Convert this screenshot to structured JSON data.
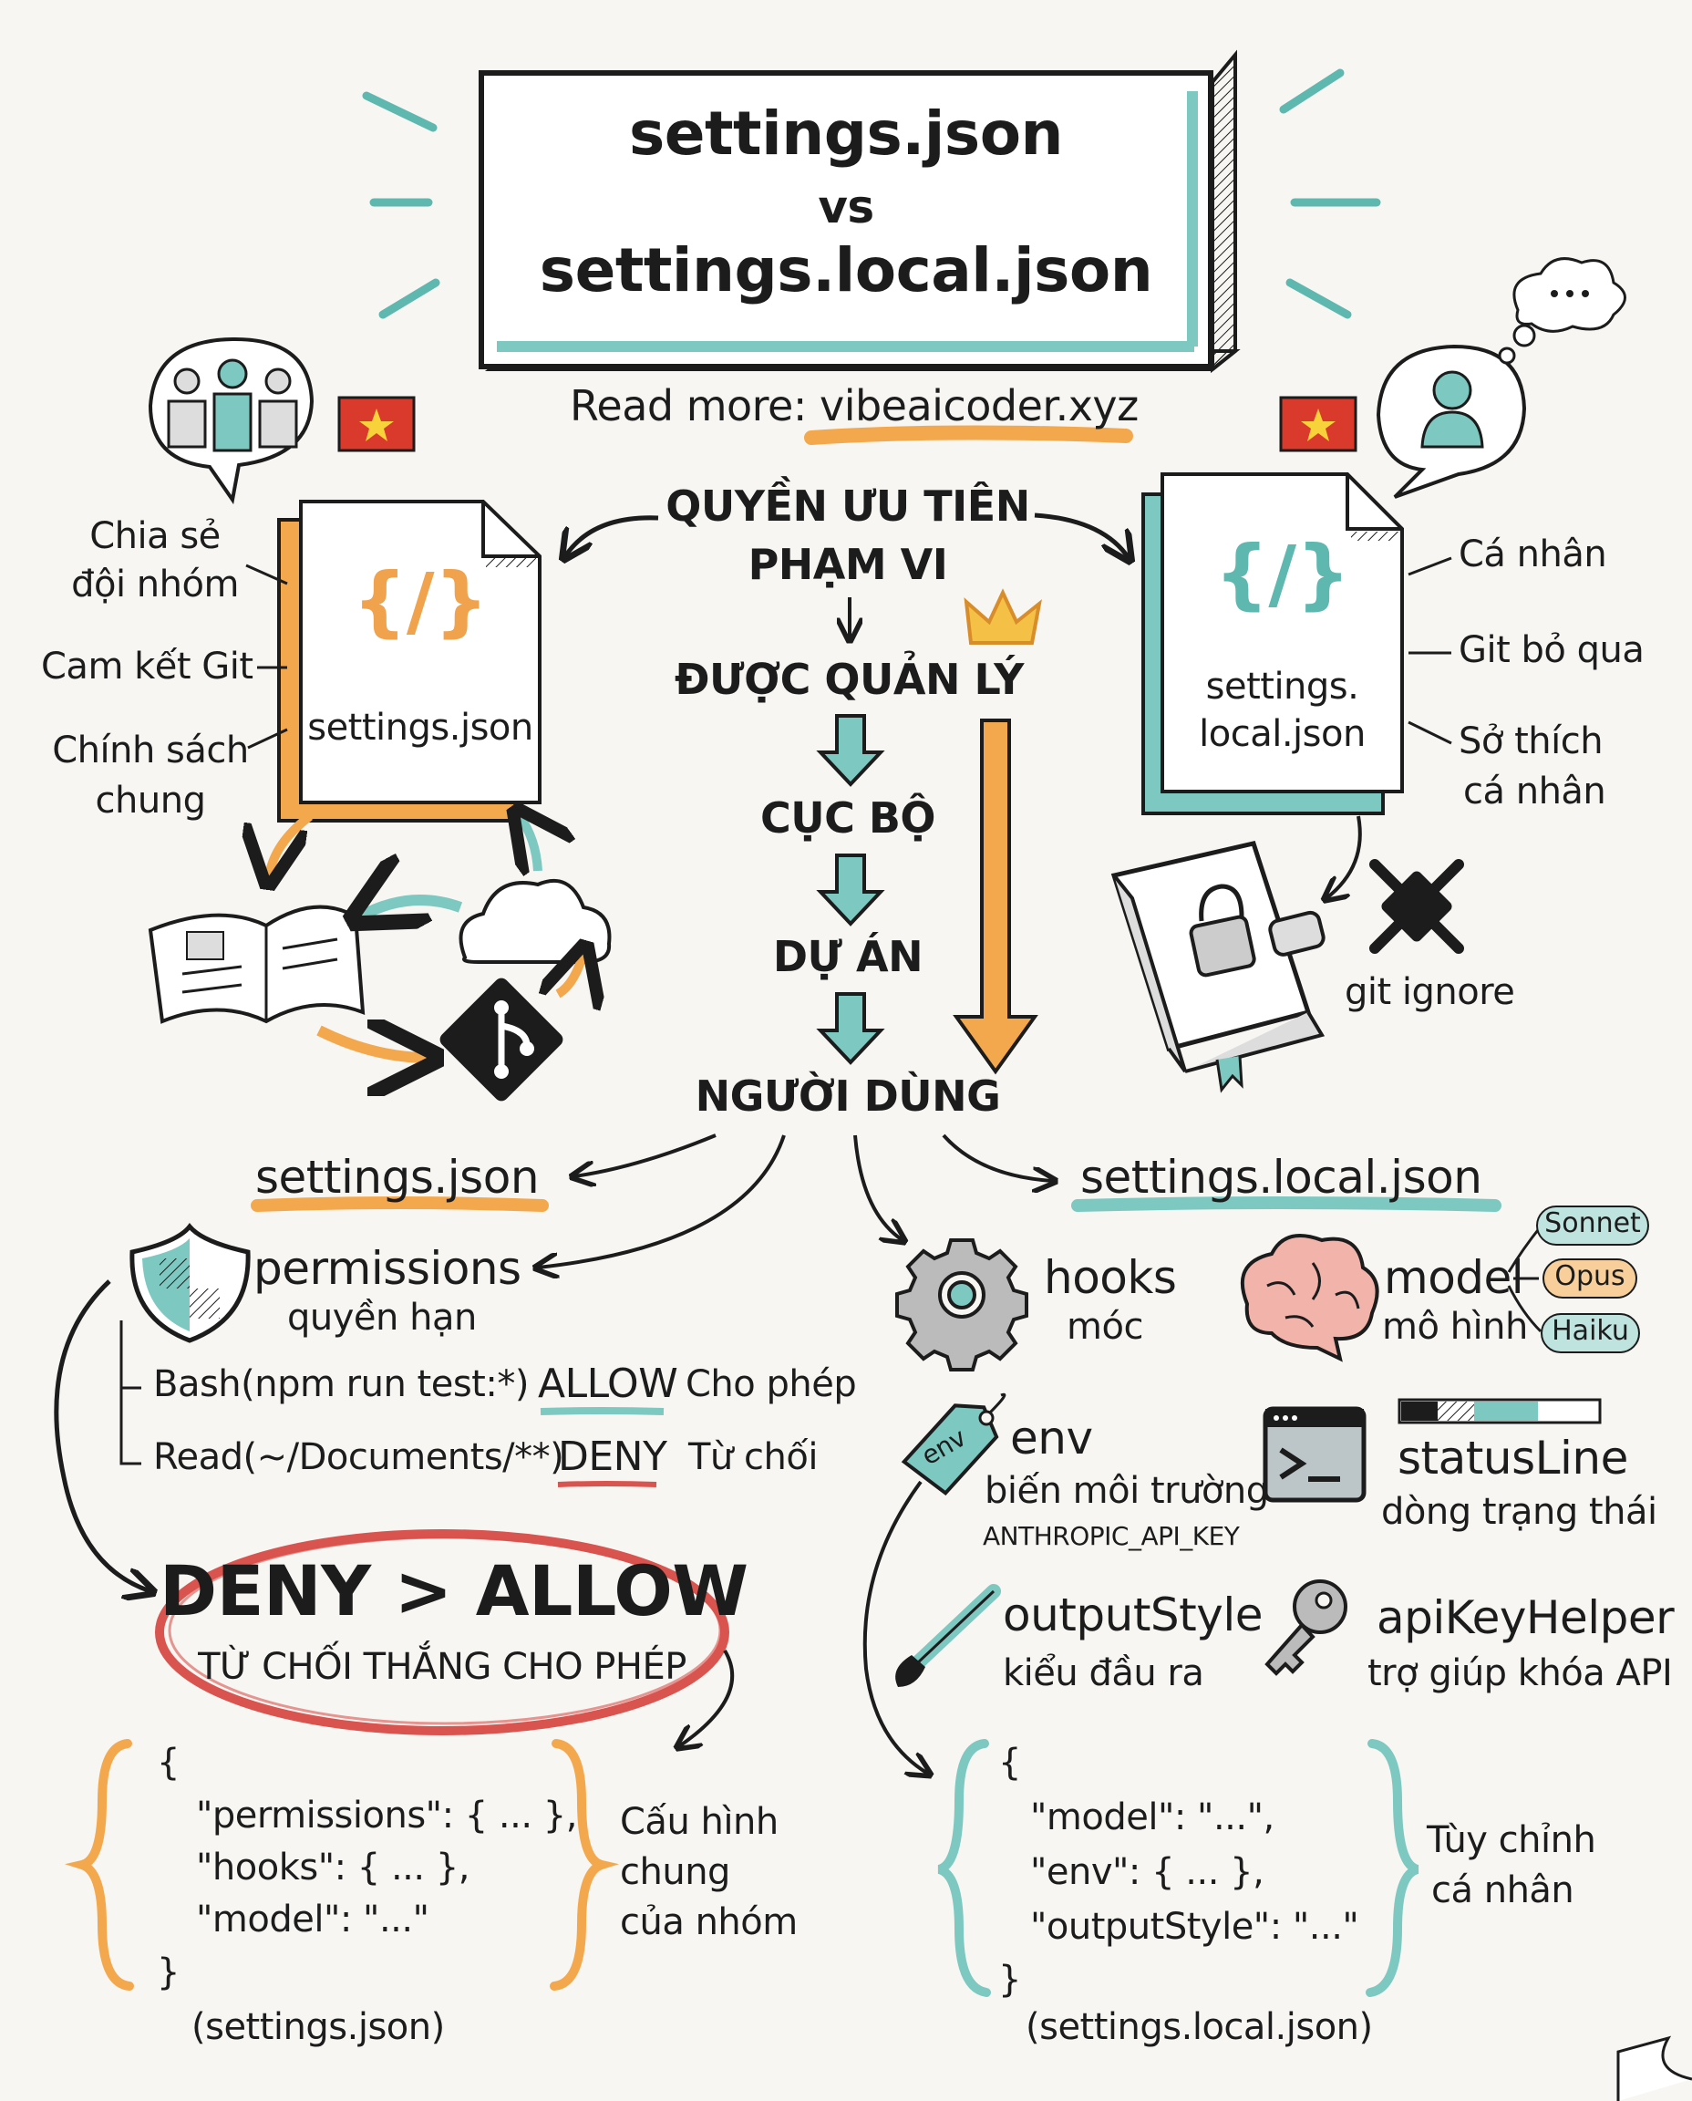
{
  "header": {
    "title_line1": "settings.json",
    "title_vs": "vs",
    "title_line2": "settings.local.json",
    "read_more": "Read more: vibeaicoder.xyz"
  },
  "flow": {
    "heading_line1": "QUYỀN ƯU TIÊN",
    "heading_line2": "PHẠM VI",
    "steps": [
      "ĐƯỢC QUẢN LÝ",
      "CỤC BỘ",
      "DỰ ÁN",
      "NGƯỜI DÙNG"
    ]
  },
  "left_file": {
    "label": "settings.json",
    "icon_text": "{/}",
    "notes": [
      "Chia sẻ",
      "đội nhóm",
      "Cam kết Git",
      "Chính sách",
      "chung"
    ]
  },
  "right_file": {
    "label_line1": "settings.",
    "label_line2": "local.json",
    "icon_text": "{/}",
    "notes": [
      "Cá nhân",
      "Git bỏ qua",
      "Sở thích",
      "cá nhân"
    ],
    "gitignore": "git ignore"
  },
  "left_section": {
    "heading": "settings.json",
    "permissions": "permissions",
    "permissions_vi": "quyền hạn",
    "rule1": "Bash(npm run test:*)",
    "rule1_action": "ALLOW",
    "rule1_vi": "Cho phép",
    "rule2": "Read(~/Documents/**)",
    "rule2_action": "DENY",
    "rule2_vi": "Từ chối",
    "deny_big": "DENY > ALLOW",
    "deny_sub": "TỪ CHỐI THẮNG CHO PHÉP",
    "code": [
      "{",
      "\"permissions\": { ... },",
      "\"hooks\": { ... },",
      "\"model\": \"...\"",
      "}"
    ],
    "code_caption": "(settings.json)",
    "side_note": [
      "Cấu hình",
      "chung",
      "của nhóm"
    ]
  },
  "right_section": {
    "heading": "settings.local.json",
    "hooks": "hooks",
    "hooks_vi": "móc",
    "model": "model",
    "model_vi": "mô hình",
    "models": [
      "Sonnet",
      "Opus",
      "Haiku"
    ],
    "env_tag": "env",
    "env": "env",
    "env_vi": "biến môi trường",
    "env_key": "ANTHROPIC_API_KEY",
    "status": "statusLine",
    "status_vi": "dòng trạng thái",
    "output": "outputStyle",
    "output_vi": "kiểu đầu ra",
    "apikey": "apiKeyHelper",
    "apikey_vi": "trợ giúp khóa API",
    "code": [
      "{",
      "\"model\": \"...\",",
      "\"env\": { ... },",
      "\"outputStyle\": \"...\"",
      "}"
    ],
    "code_caption": "(settings.local.json)",
    "side_note": [
      "Tùy chỉnh",
      "cá nhân"
    ]
  },
  "colors": {
    "orange": "#f4a84e",
    "teal": "#7ec8c2",
    "red": "#d9534f",
    "ink": "#1c1c1c",
    "paper": "#f7f6f2"
  }
}
